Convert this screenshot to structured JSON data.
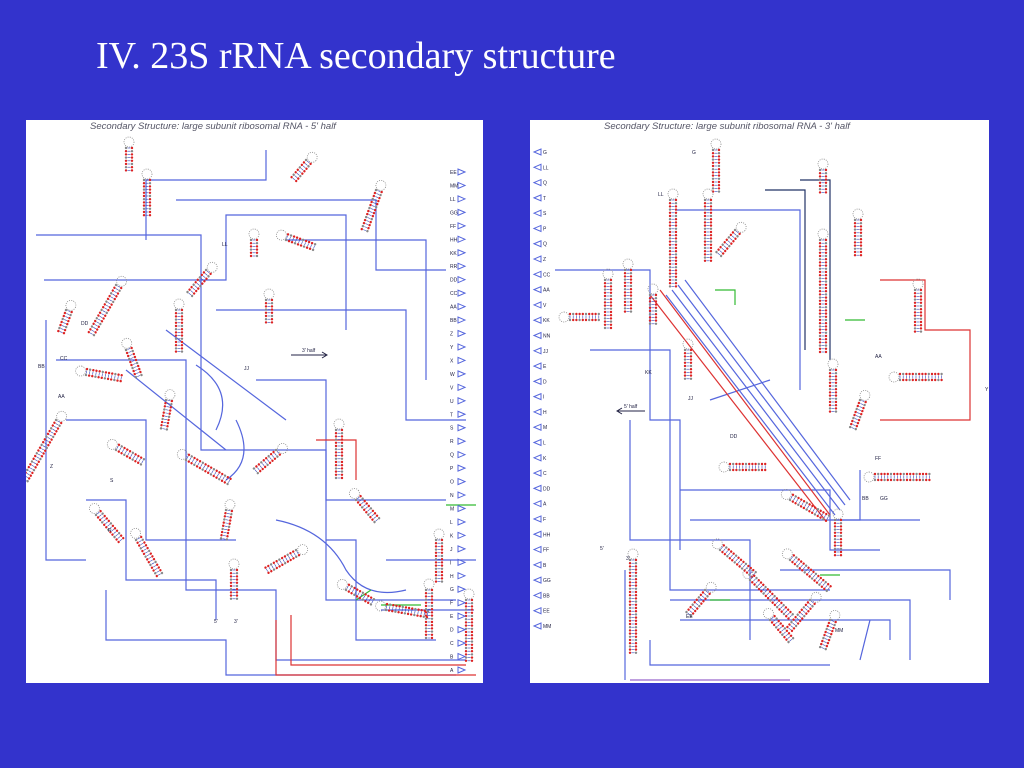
{
  "slide": {
    "title": "IV. 23S rRNA secondary structure"
  },
  "left_panel": {
    "caption": "Secondary Structure: large subunit ribosomal RNA - 5' half",
    "side_labels": [
      "EE",
      "MM",
      "LL",
      "GG",
      "FF",
      "HH",
      "KK",
      "RR",
      "DD",
      "CC",
      "AA",
      "BB",
      "Z",
      "Y",
      "X",
      "W",
      "V",
      "U",
      "T",
      "S",
      "R",
      "Q",
      "P",
      "O",
      "N",
      "M",
      "L",
      "K",
      "J",
      "I",
      "H",
      "G",
      "F",
      "E",
      "D",
      "C",
      "B",
      "A"
    ],
    "inner_labels": {
      "ll": "LL",
      "dd": "DD",
      "cc": "CC",
      "bb": "BB",
      "aa": "AA",
      "jj": "JJ",
      "z": "Z",
      "s": "S",
      "r": "R",
      "three_half": "3' half",
      "five_prime": "5'",
      "three_prime": "3'"
    }
  },
  "right_panel": {
    "caption": "Secondary Structure: large subunit ribosomal RNA - 3' half",
    "side_labels": [
      "G",
      "LL",
      "Q",
      "T",
      "S",
      "P",
      "Q",
      "Z",
      "CC",
      "AA",
      "V",
      "KK",
      "NN",
      "JJ",
      "E",
      "D",
      "I",
      "H",
      "M",
      "L",
      "K",
      "C",
      "DD",
      "A",
      "F",
      "HH",
      "FF",
      "B",
      "GG",
      "BB",
      "EE",
      "MM"
    ],
    "inner_labels": {
      "g": "G",
      "ll": "LL",
      "kk": "KK",
      "jj": "JJ",
      "dd": "DD",
      "ff": "FF",
      "bb": "BB",
      "gg": "GG",
      "ee": "EE",
      "mm": "MM",
      "aa": "AA",
      "y": "Y",
      "five_half": "5' half",
      "five_prime": "5'",
      "three_prime": "3'"
    }
  },
  "colors": {
    "background": "#3333cc",
    "panel": "#ffffff",
    "connector_blue": "#5566dd",
    "connector_red": "#dd3333",
    "connector_green": "#33bb33",
    "connector_navy": "#223366",
    "nucleotide_red": "#dd2222",
    "nucleotide_gray": "#888888"
  }
}
